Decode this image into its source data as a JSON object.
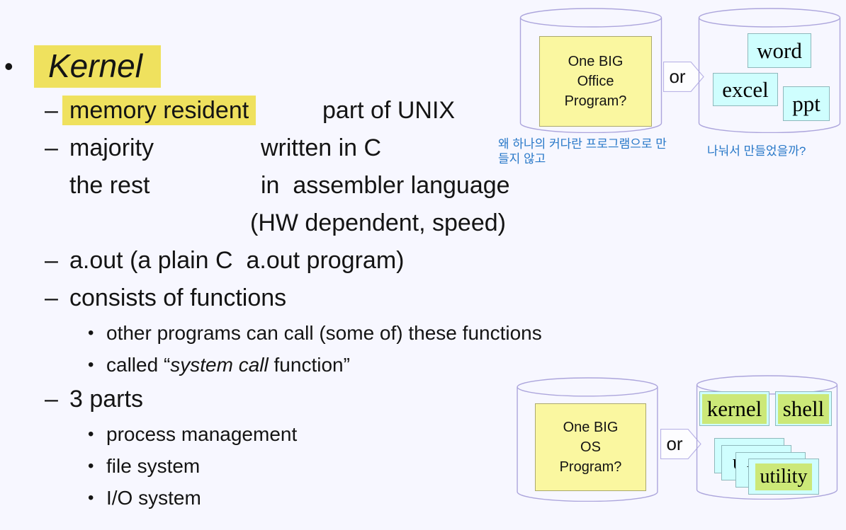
{
  "colors": {
    "background": "#F7F7FF",
    "highlight_yellow": "#EFE15E",
    "box_yellow": "#FAF7A0",
    "box_cyan": "#CFFEFE",
    "highlight_green": "#CCE878",
    "cylinder_stroke": "#ACA5DC",
    "korean_blue": "#2878C8",
    "text": "#141414"
  },
  "outline": {
    "title": {
      "bullet": "•",
      "text": "Kernel"
    },
    "items": [
      {
        "dash": "–",
        "hl": "memory resident",
        "tail": "part of UNIX"
      },
      {
        "dash": "–",
        "c1": "majority",
        "c2": "written in C"
      },
      {
        "dash": "",
        "c1": "the rest",
        "c2": "in  assembler language"
      },
      {
        "dash": "",
        "c2": "(HW dependent, speed)"
      },
      {
        "dash": "–",
        "text": "a.out (a plain C  a.out program)"
      },
      {
        "dash": "–",
        "text": "consists of functions"
      },
      {
        "bullet": "•",
        "text": "other programs can call (some of) these functions"
      },
      {
        "bullet": "•",
        "pre": "called “",
        "em": "system call",
        "post": " function”"
      },
      {
        "dash": "–",
        "text": "3 parts"
      },
      {
        "bullet": "•",
        "text": "process management"
      },
      {
        "bullet": "•",
        "text": "file system"
      },
      {
        "bullet": "•",
        "text": "I/O system"
      }
    ]
  },
  "office_diagram": {
    "big_box_lines": [
      "One BIG",
      "Office",
      "Program?"
    ],
    "or_label": "or",
    "app_boxes": [
      "word",
      "excel",
      "ppt"
    ],
    "caption_question_1": "왜 하나의 커다란 프로그램으로 만들지 않고",
    "caption_question_2": "나눠서 만들었을까?"
  },
  "os_diagram": {
    "big_box_lines": [
      "One BIG",
      "OS",
      "Program?"
    ],
    "or_label": "or",
    "part_boxes": [
      "kernel",
      "shell"
    ],
    "utility_stack": [
      "utility",
      "utility",
      "utility",
      "utility"
    ]
  }
}
